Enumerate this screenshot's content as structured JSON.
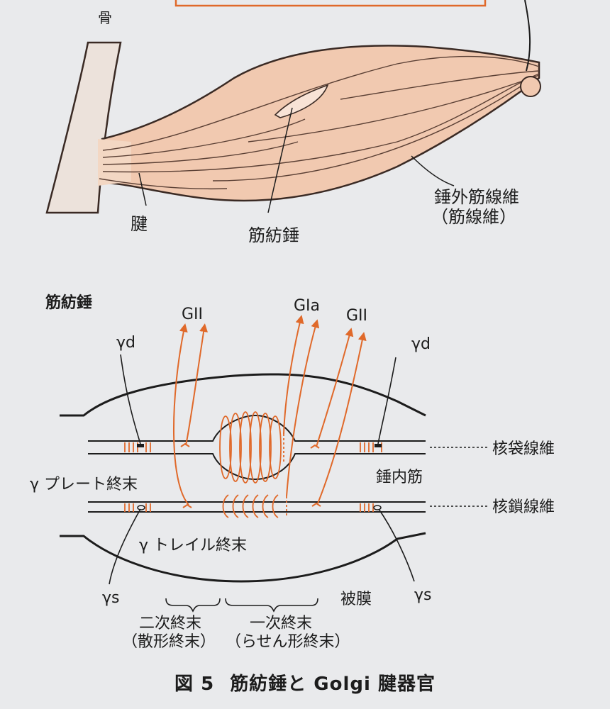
{
  "top_diagram": {
    "bone_label": "骨",
    "tendon_label": "腱",
    "spindle_label": "筋紡錘",
    "extrafusal_label": "錘外筋線維",
    "extrafusal_label_paren": "（筋線維）"
  },
  "spindle_diagram": {
    "title": "筋紡錘",
    "gamma_d_left": "γd",
    "gamma_d_right": "γd",
    "gamma_s_left": "γs",
    "gamma_s_right": "γs",
    "gii_left": "GII",
    "gia": "GIa",
    "gii_right": "GII",
    "nuclear_bag_fiber": "核袋線維",
    "intrafusal_muscle": "錘内筋",
    "nuclear_chain_fiber": "核鎖線維",
    "gamma_plate_ending": "γ プレート終末",
    "gamma_trail_ending": "γ トレイル終末",
    "capsule": "被膜",
    "secondary_ending": "二次終末",
    "secondary_ending_paren": "（散形終末）",
    "primary_ending": "一次終末",
    "primary_ending_paren": "（らせん形終末）"
  },
  "caption": {
    "number": "図 5",
    "text": "筋紡錘と Golgi 腱器官"
  },
  "colors": {
    "muscle_fill": "#f1c9b0",
    "muscle_stroke": "#3a2a24",
    "nerve_orange": "#e0692a",
    "line_black": "#1c1c1c",
    "background": "#e9eaec"
  }
}
